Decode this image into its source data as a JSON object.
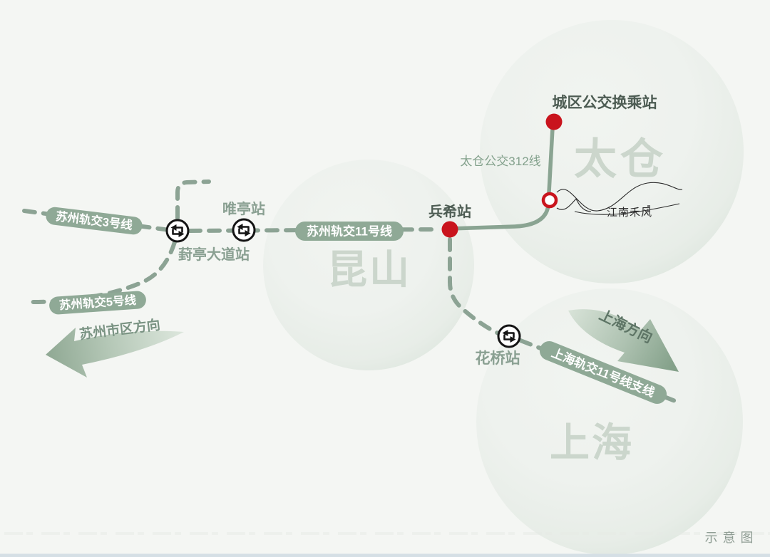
{
  "map": {
    "caption": "示意图",
    "regions": {
      "kunshan": "昆山",
      "taicang": "太仓",
      "shanghai": "上海"
    },
    "lines": {
      "suzhou3": "苏州轨交3号线",
      "suzhou5": "苏州轨交5号线",
      "suzhou11": "苏州轨交11号线",
      "shanghai11_branch": "上海轨交11号线支线",
      "bus312": "太仓公交312线"
    },
    "stations": {
      "fengting": "葑亭大道站",
      "weiting": "唯亭站",
      "bingxi": "兵希站",
      "huaqiao": "花桥站",
      "bus_transfer": "城区公交换乘站"
    },
    "directions": {
      "suzhou": "苏州市区方向",
      "shanghai": "上海方向"
    },
    "logo": {
      "name": "江南禾风"
    },
    "colors": {
      "background": "#f4f6f3",
      "bubble_fill": "#e9efe9",
      "line_green": "#8ca394",
      "pill_green": "#8fa996",
      "solid_bus_line": "#8aa492",
      "station_red": "#c9141d",
      "dark_label": "#4d5c53",
      "light_label": "#8aa092",
      "region_text": "#c9d4ca",
      "caption_gray": "#909e95"
    }
  }
}
